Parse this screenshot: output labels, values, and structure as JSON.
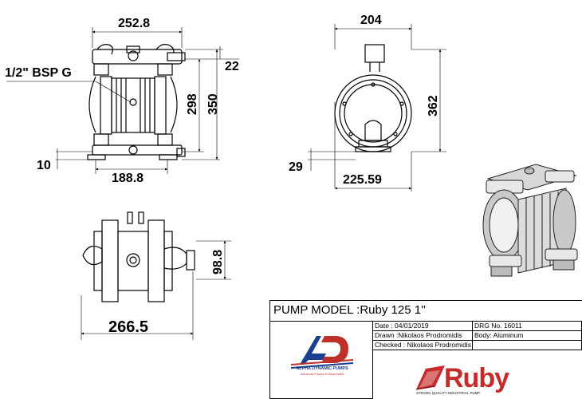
{
  "dimensions": {
    "front_width": "252.8",
    "front_thread": "1/2\" BSP G",
    "front_offset_top": "22",
    "front_height_inner": "298",
    "front_height_outer": "350",
    "front_base_offset": "10",
    "front_base_width": "188.8",
    "side_width": "204",
    "side_height": "362",
    "side_base_offset": "29",
    "side_base_width": "225.59",
    "top_depth": "98.8",
    "top_width": "266.5"
  },
  "title_block": {
    "title": "PUMP MODEL :Ruby 125  1''",
    "date": "Date : 04/01/2019",
    "drg_no": "DRG No. 16011",
    "drawn": "Drawn :Nikolaos Prodromidis",
    "body": "Body: Aluminum",
    "checked": "Checked : Nikolaos Prodromidis",
    "company_logo_text": "ALPHA DYNAMIC PUMPS",
    "company_logo_sub": "Industrial Pumps & Dispensers",
    "brand_logo": "Ruby",
    "brand_tagline": "STRONG QUALITY INDUSTRIAL PUMP"
  },
  "colors": {
    "line": "#000000",
    "brand_red": "#c62a2a",
    "brand_blue": "#1b3f8f"
  }
}
